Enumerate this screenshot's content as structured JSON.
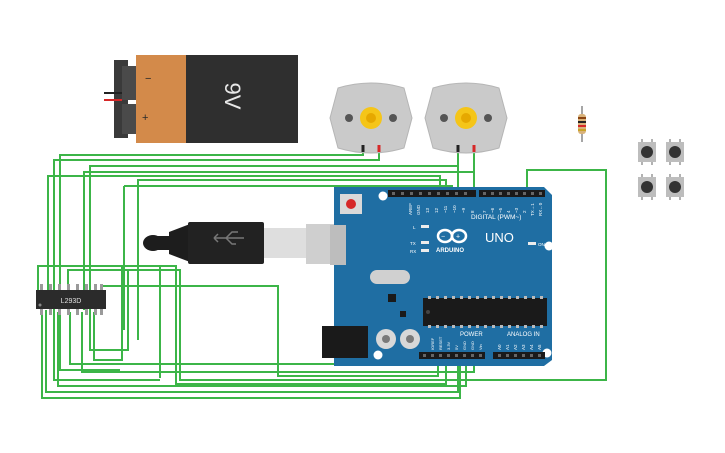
{
  "battery": {
    "voltage_label": "9V",
    "minus_label": "−",
    "plus_label": "+"
  },
  "driver_chip": {
    "label": "L293D"
  },
  "arduino": {
    "model_label": "UNO",
    "brand_label": "ARDUINO",
    "digital_header_label": "DIGITAL (PWM~)",
    "analog_header_label": "ANALOG IN",
    "power_header_label": "POWER",
    "led_l_label": "L",
    "led_tx_label": "TX",
    "led_rx_label": "RX",
    "on_label": "ON",
    "top_pin_labels": [
      "AREF",
      "GND",
      "13",
      "12",
      "~11",
      "~10",
      "~9",
      "8",
      "7",
      "~6",
      "~5",
      "4",
      "~3",
      "2",
      "TX→1",
      "RX←0"
    ],
    "power_pin_labels": [
      "IOREF",
      "RESET",
      "3.3V",
      "5V",
      "GND",
      "GND",
      "Vin"
    ],
    "analog_pin_labels": [
      "A0",
      "A1",
      "A2",
      "A3",
      "A4",
      "A5"
    ]
  },
  "colors": {
    "wire": "#3cb548",
    "board": "#1f6ea3",
    "battery_body": "#2f2f2f",
    "battery_cap": "#d38a4a",
    "motor_body": "#c9c9c9",
    "motor_shaft": "#f5c518"
  },
  "icons": [
    "usb-cable-icon",
    "resistor-icon",
    "push-button-icon",
    "dc-motor-icon",
    "battery-icon"
  ]
}
